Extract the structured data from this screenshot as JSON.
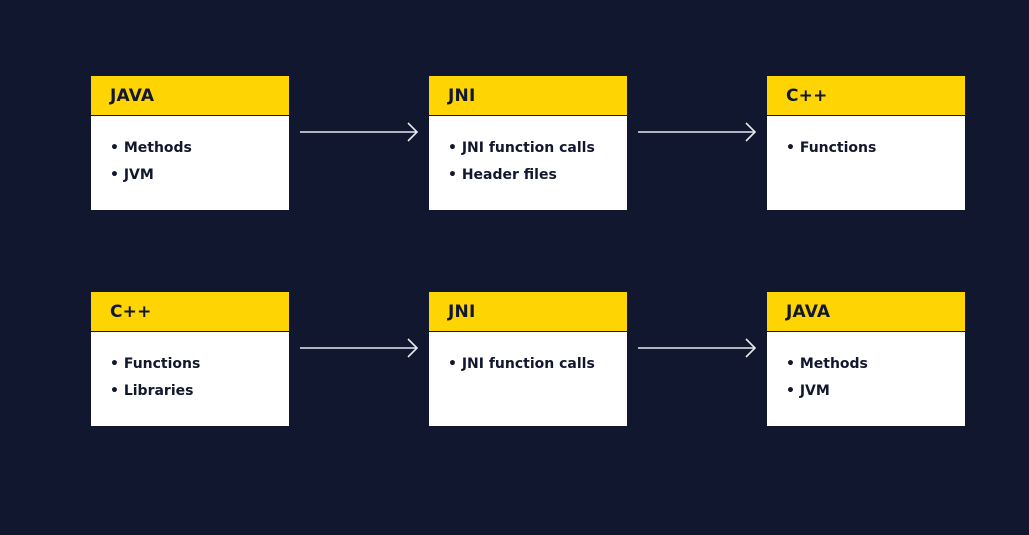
{
  "colors": {
    "background": "#11172e",
    "header": "#fed402",
    "box": "#ffffff",
    "text": "#11172e",
    "arrow": "#e8eaf0"
  },
  "rows": [
    {
      "boxes": [
        {
          "title": "JAVA",
          "items": [
            "Methods",
            "JVM"
          ]
        },
        {
          "title": "JNI",
          "items": [
            "JNI function calls",
            "Header files"
          ]
        },
        {
          "title": "C++",
          "items": [
            "Functions"
          ]
        }
      ]
    },
    {
      "boxes": [
        {
          "title": "C++",
          "items": [
            "Functions",
            "Libraries"
          ]
        },
        {
          "title": "JNI",
          "items": [
            "JNI function calls"
          ]
        },
        {
          "title": "JAVA",
          "items": [
            "Methods",
            "JVM"
          ]
        }
      ]
    }
  ]
}
